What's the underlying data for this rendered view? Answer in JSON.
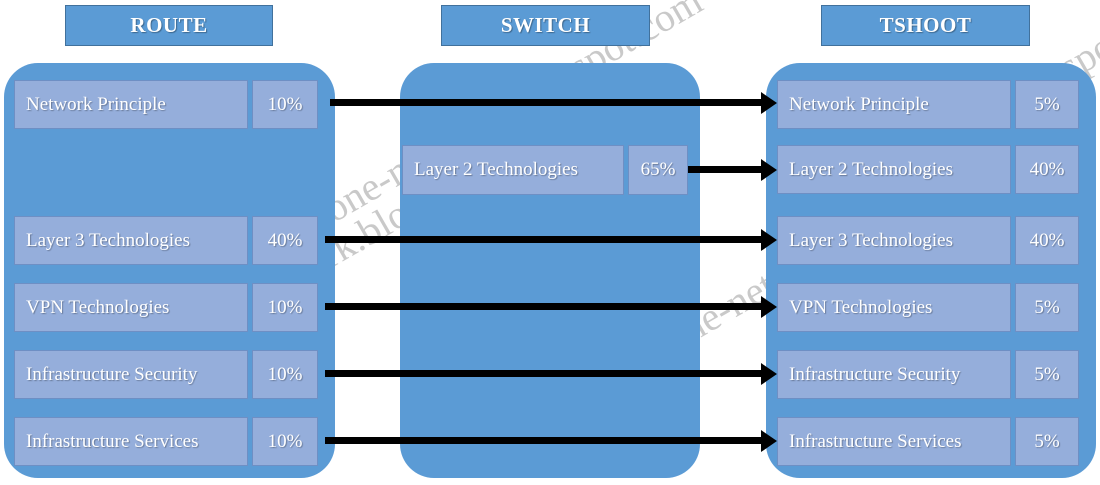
{
  "watermark": {
    "text": "zone-network.blogspot.com",
    "repeats": 3
  },
  "colors": {
    "panel_blue": "#5B9BD5",
    "row_blue": "#95AEDB",
    "row_border": "#6E8FC4",
    "header_border": "#41719C",
    "arrow": "#000000",
    "text": "#FFFFFF"
  },
  "columns": [
    {
      "id": "route",
      "header": "ROUTE",
      "rows": [
        {
          "label": "Network Principle",
          "percent": "10%"
        },
        {
          "label": "Layer 3 Technologies",
          "percent": "40%"
        },
        {
          "label": "VPN Technologies",
          "percent": "10%"
        },
        {
          "label": "Infrastructure Security",
          "percent": "10%"
        },
        {
          "label": "Infrastructure Services",
          "percent": "10%"
        }
      ]
    },
    {
      "id": "switch",
      "header": "SWITCH",
      "rows": [
        {
          "label": "Layer 2 Technologies",
          "percent": "65%"
        }
      ]
    },
    {
      "id": "tshoot",
      "header": "TSHOOT",
      "rows": [
        {
          "label": "Network Principle",
          "percent": "5%"
        },
        {
          "label": "Layer 2 Technologies",
          "percent": "40%"
        },
        {
          "label": "Layer 3 Technologies",
          "percent": "40%"
        },
        {
          "label": "VPN Technologies",
          "percent": "5%"
        },
        {
          "label": "Infrastructure Security",
          "percent": "5%"
        },
        {
          "label": "Infrastructure Services",
          "percent": "5%"
        }
      ]
    }
  ],
  "arrows": [
    {
      "from": "route.Network Principle",
      "to": "tshoot.Network Principle"
    },
    {
      "from": "switch.Layer 2 Technologies",
      "to": "tshoot.Layer 2 Technologies"
    },
    {
      "from": "route.Layer 3 Technologies",
      "to": "tshoot.Layer 3 Technologies"
    },
    {
      "from": "route.VPN Technologies",
      "to": "tshoot.VPN Technologies"
    },
    {
      "from": "route.Infrastructure Security",
      "to": "tshoot.Infrastructure Security"
    },
    {
      "from": "route.Infrastructure Services",
      "to": "tshoot.Infrastructure Services"
    }
  ]
}
